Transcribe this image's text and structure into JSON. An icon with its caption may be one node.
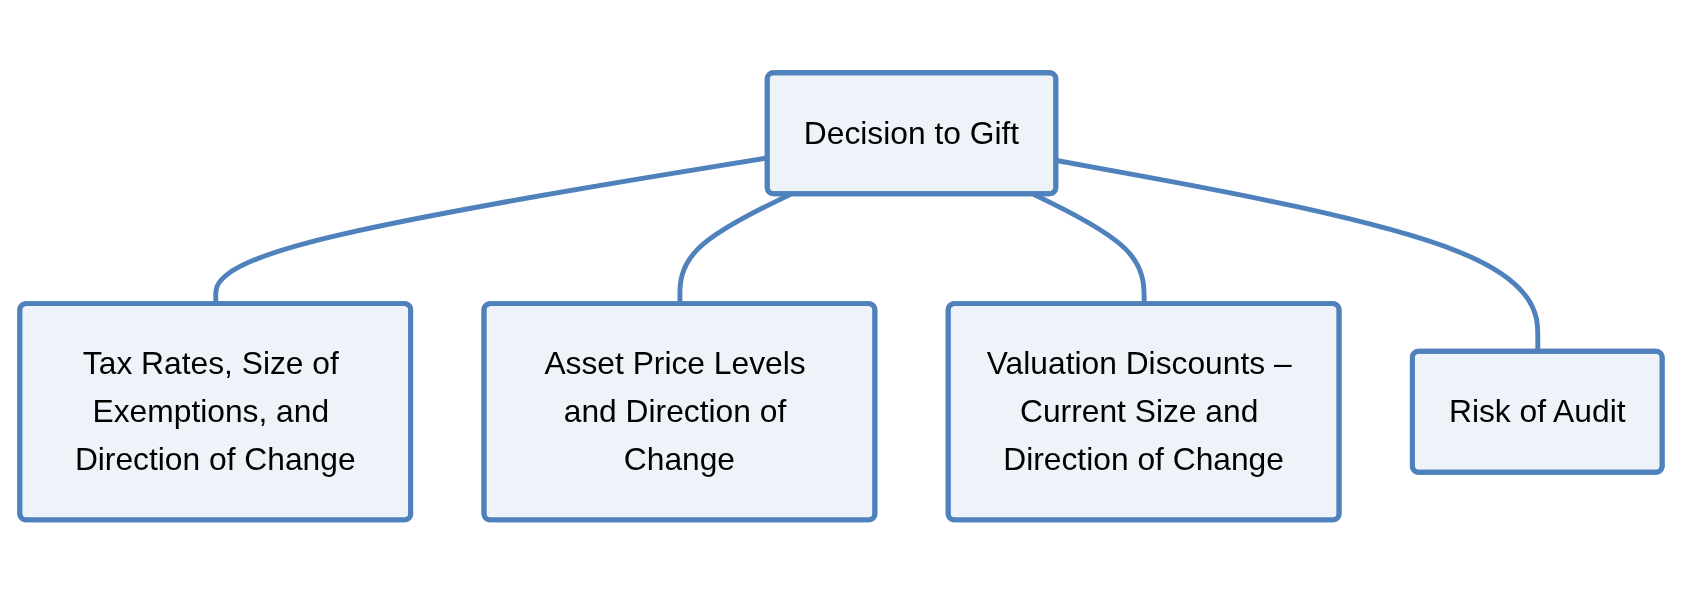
{
  "diagram": {
    "nodes": [
      {
        "text": [
          "Decision to Gift"
        ]
      },
      {
        "text": [
          "Tax Rates, Size of Exemptions, and Direction of Change"
        ]
      },
      {
        "text": [
          "Asset Price Levels and Direction of Change"
        ]
      },
      {
        "text": [
          "Valuation Discounts – Current Size and Direction of Change"
        ]
      },
      {
        "text": [
          "Risk of Audit"
        ]
      }
    ],
    "edges": [
      {
        "from": 0,
        "to": 1,
        "arrow": "none"
      },
      {
        "from": 0,
        "to": 2,
        "arrow": "none"
      },
      {
        "from": 0,
        "to": 3,
        "arrow": "none"
      },
      {
        "from": 0,
        "to": 4,
        "arrow": "none"
      }
    ]
  }
}
